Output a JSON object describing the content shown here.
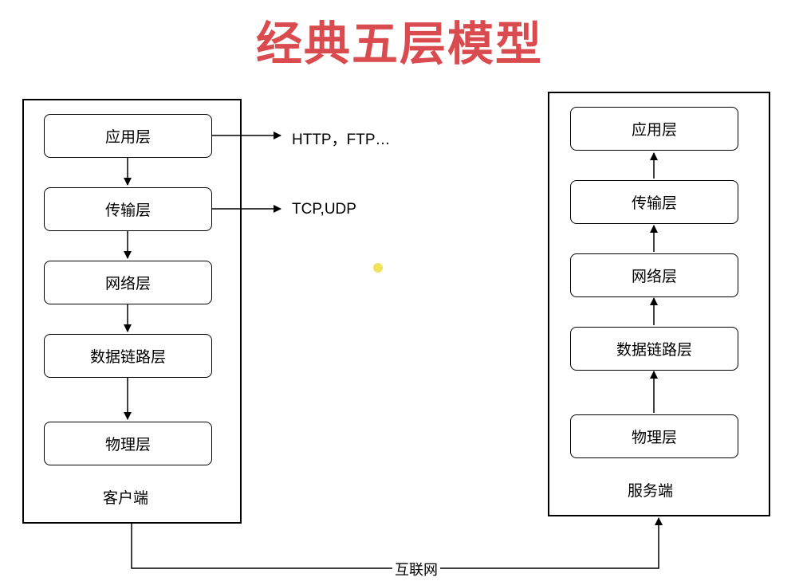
{
  "title": "经典五层模型",
  "client": {
    "label": "客户端",
    "layers": [
      "应用层",
      "传输层",
      "网络层",
      "数据链路层",
      "物理层"
    ]
  },
  "server": {
    "label": "服务端",
    "layers": [
      "应用层",
      "传输层",
      "网络层",
      "数据链路层",
      "物理层"
    ]
  },
  "protocols": {
    "application": "HTTP，FTP…",
    "transport": "TCP,UDP"
  },
  "link_label": "互联网",
  "colors": {
    "title": "#d94b4e",
    "cursor_dot": "#f2e25a"
  }
}
